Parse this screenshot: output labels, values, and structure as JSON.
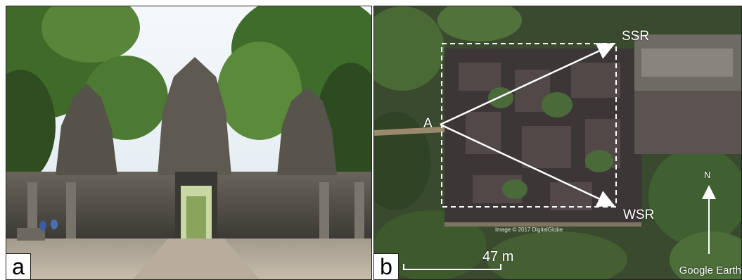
{
  "panel_a": {
    "letter": "a",
    "description_icon": "temple-gopura-photo"
  },
  "panel_b": {
    "letter": "b",
    "labels": {
      "point_a": "A",
      "ssr": "SSR",
      "wsr": "WSR",
      "north": "N"
    },
    "scale_bar": "47 m",
    "copyright": "Image © 2017 DigitalGlobe",
    "watermark": "Google Earth"
  },
  "colors": {
    "frame": "#222222",
    "annotation": "#ffffff",
    "sky": "#e9f1f6",
    "stone": "#4c4a44",
    "vegetation": "#3c5a2c"
  }
}
